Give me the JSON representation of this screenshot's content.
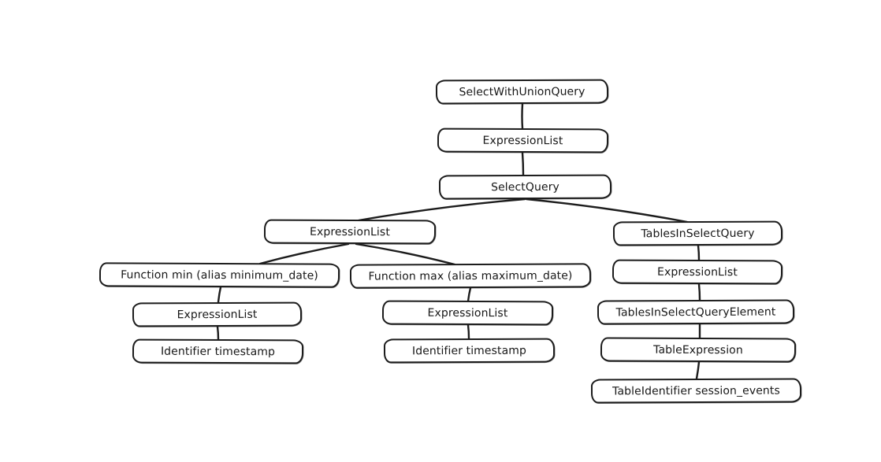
{
  "canvas": {
    "background_color": "#ffffff",
    "stroke_color": "#1c1c1c",
    "node_fill_color": "#ffffff",
    "style": "hand-drawn sketch"
  },
  "diagram": {
    "type": "tree",
    "nodes": [
      {
        "id": "select-with-union-query",
        "label": "SelectWithUnionQuery"
      },
      {
        "id": "expression-list-top",
        "label": "ExpressionList"
      },
      {
        "id": "select-query",
        "label": "SelectQuery"
      },
      {
        "id": "expression-list-select",
        "label": "ExpressionList"
      },
      {
        "id": "tables-in-select-query",
        "label": "TablesInSelectQuery"
      },
      {
        "id": "function-min",
        "label": "Function min (alias minimum_date)"
      },
      {
        "id": "function-max",
        "label": "Function max (alias maximum_date)"
      },
      {
        "id": "expression-list-tables",
        "label": "ExpressionList"
      },
      {
        "id": "expression-list-min",
        "label": "ExpressionList"
      },
      {
        "id": "expression-list-max",
        "label": "ExpressionList"
      },
      {
        "id": "tables-in-select-query-element",
        "label": "TablesInSelectQueryElement"
      },
      {
        "id": "identifier-timestamp-min",
        "label": "Identifier timestamp"
      },
      {
        "id": "identifier-timestamp-max",
        "label": "Identifier timestamp"
      },
      {
        "id": "table-expression",
        "label": "TableExpression"
      },
      {
        "id": "table-identifier-session-events",
        "label": "TableIdentifier session_events"
      }
    ],
    "edges": [
      {
        "from": "select-with-union-query",
        "to": "expression-list-top"
      },
      {
        "from": "expression-list-top",
        "to": "select-query"
      },
      {
        "from": "select-query",
        "to": "expression-list-select"
      },
      {
        "from": "select-query",
        "to": "tables-in-select-query"
      },
      {
        "from": "expression-list-select",
        "to": "function-min"
      },
      {
        "from": "expression-list-select",
        "to": "function-max"
      },
      {
        "from": "function-min",
        "to": "expression-list-min"
      },
      {
        "from": "expression-list-min",
        "to": "identifier-timestamp-min"
      },
      {
        "from": "function-max",
        "to": "expression-list-max"
      },
      {
        "from": "expression-list-max",
        "to": "identifier-timestamp-max"
      },
      {
        "from": "tables-in-select-query",
        "to": "expression-list-tables"
      },
      {
        "from": "expression-list-tables",
        "to": "tables-in-select-query-element"
      },
      {
        "from": "tables-in-select-query-element",
        "to": "table-expression"
      },
      {
        "from": "table-expression",
        "to": "table-identifier-session-events"
      }
    ]
  }
}
